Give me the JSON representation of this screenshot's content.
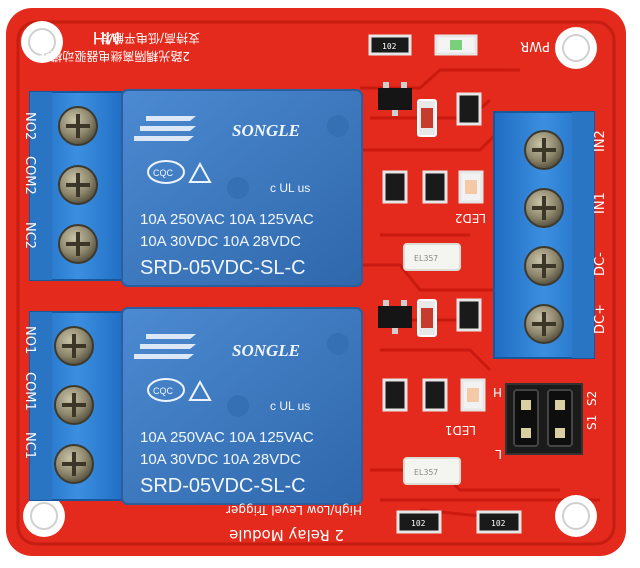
{
  "colors": {
    "pcb_red": "#e32a1c",
    "pcb_dark": "#c61d12",
    "relay_blue": "#3a78bd",
    "terminal_blue": "#2f7fd1",
    "silkscreen": "#ffffff"
  },
  "board": {
    "top_label": "MH",
    "chinese_line_1": "2路光耦隔离继电器驱动模块",
    "chinese_line_2": "支持高/低电平触发",
    "pwr_label": "PWR",
    "bottom_label": "2 Relay Module",
    "trigger_label": "High/Low Level Trigger"
  },
  "left_terminals": {
    "upper_labels": [
      "NO2",
      "COM2",
      "NC2"
    ],
    "lower_labels": [
      "NO1",
      "COM1",
      "NC1"
    ]
  },
  "right_terminal": {
    "labels": [
      "IN2",
      "IN1",
      "DC-",
      "DC+"
    ]
  },
  "relays": [
    {
      "brand": "SONGLE",
      "cert": "CQC",
      "ul_mark": "c UL us",
      "rating_line_1": "10A 250VAC  10A 125VAC",
      "rating_line_2": "10A  30VDC  10A  28VDC",
      "model": "SRD-05VDC-SL-C"
    },
    {
      "brand": "SONGLE",
      "cert": "CQC",
      "ul_mark": "c UL us",
      "rating_line_1": "10A 250VAC  10A 125VAC",
      "rating_line_2": "10A  30VDC  10A  28VDC",
      "model": "SRD-05VDC-SL-C"
    }
  ],
  "components": {
    "led1_label": "LED1",
    "led2_label": "LED2",
    "jumper_labels": [
      "S1",
      "S2"
    ],
    "jumper_letters": [
      "H",
      "L"
    ],
    "resistor_code": "102",
    "optocoupler_mark": "EL357"
  }
}
